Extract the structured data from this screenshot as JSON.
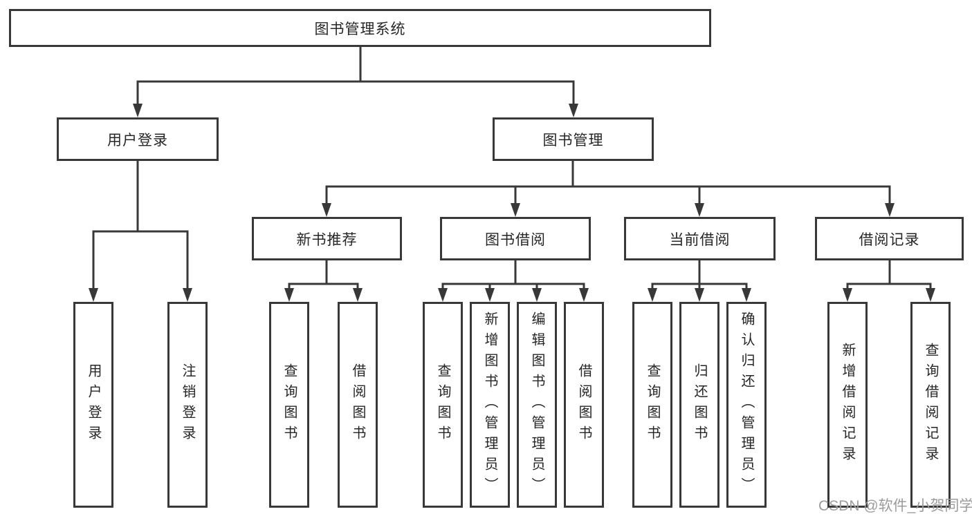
{
  "colors": {
    "line": "#383838",
    "node_text": "#262626",
    "watermark_text": "#9c9c9c",
    "background": "#ffffff"
  },
  "watermark": {
    "text": "CSDN @软件_小贺同学"
  },
  "tree": {
    "label": "图书管理系统",
    "children": [
      {
        "label": "用户登录",
        "children": [
          {
            "label": "用户登录"
          },
          {
            "label": "注销登录"
          }
        ]
      },
      {
        "label": "图书管理",
        "children": [
          {
            "label": "新书推荐",
            "children": [
              {
                "label": "查询图书"
              },
              {
                "label": "借阅图书"
              }
            ]
          },
          {
            "label": "图书借阅",
            "children": [
              {
                "label": "查询图书"
              },
              {
                "label": "新增图书（管理员）"
              },
              {
                "label": "编辑图书（管理员）"
              },
              {
                "label": "借阅图书"
              }
            ]
          },
          {
            "label": "当前借阅",
            "children": [
              {
                "label": "查询图书"
              },
              {
                "label": "归还图书"
              },
              {
                "label": "确认归还（管理员）"
              }
            ]
          },
          {
            "label": "借阅记录",
            "children": [
              {
                "label": "新增借阅记录"
              },
              {
                "label": "查询借阅记录"
              }
            ]
          }
        ]
      }
    ]
  }
}
